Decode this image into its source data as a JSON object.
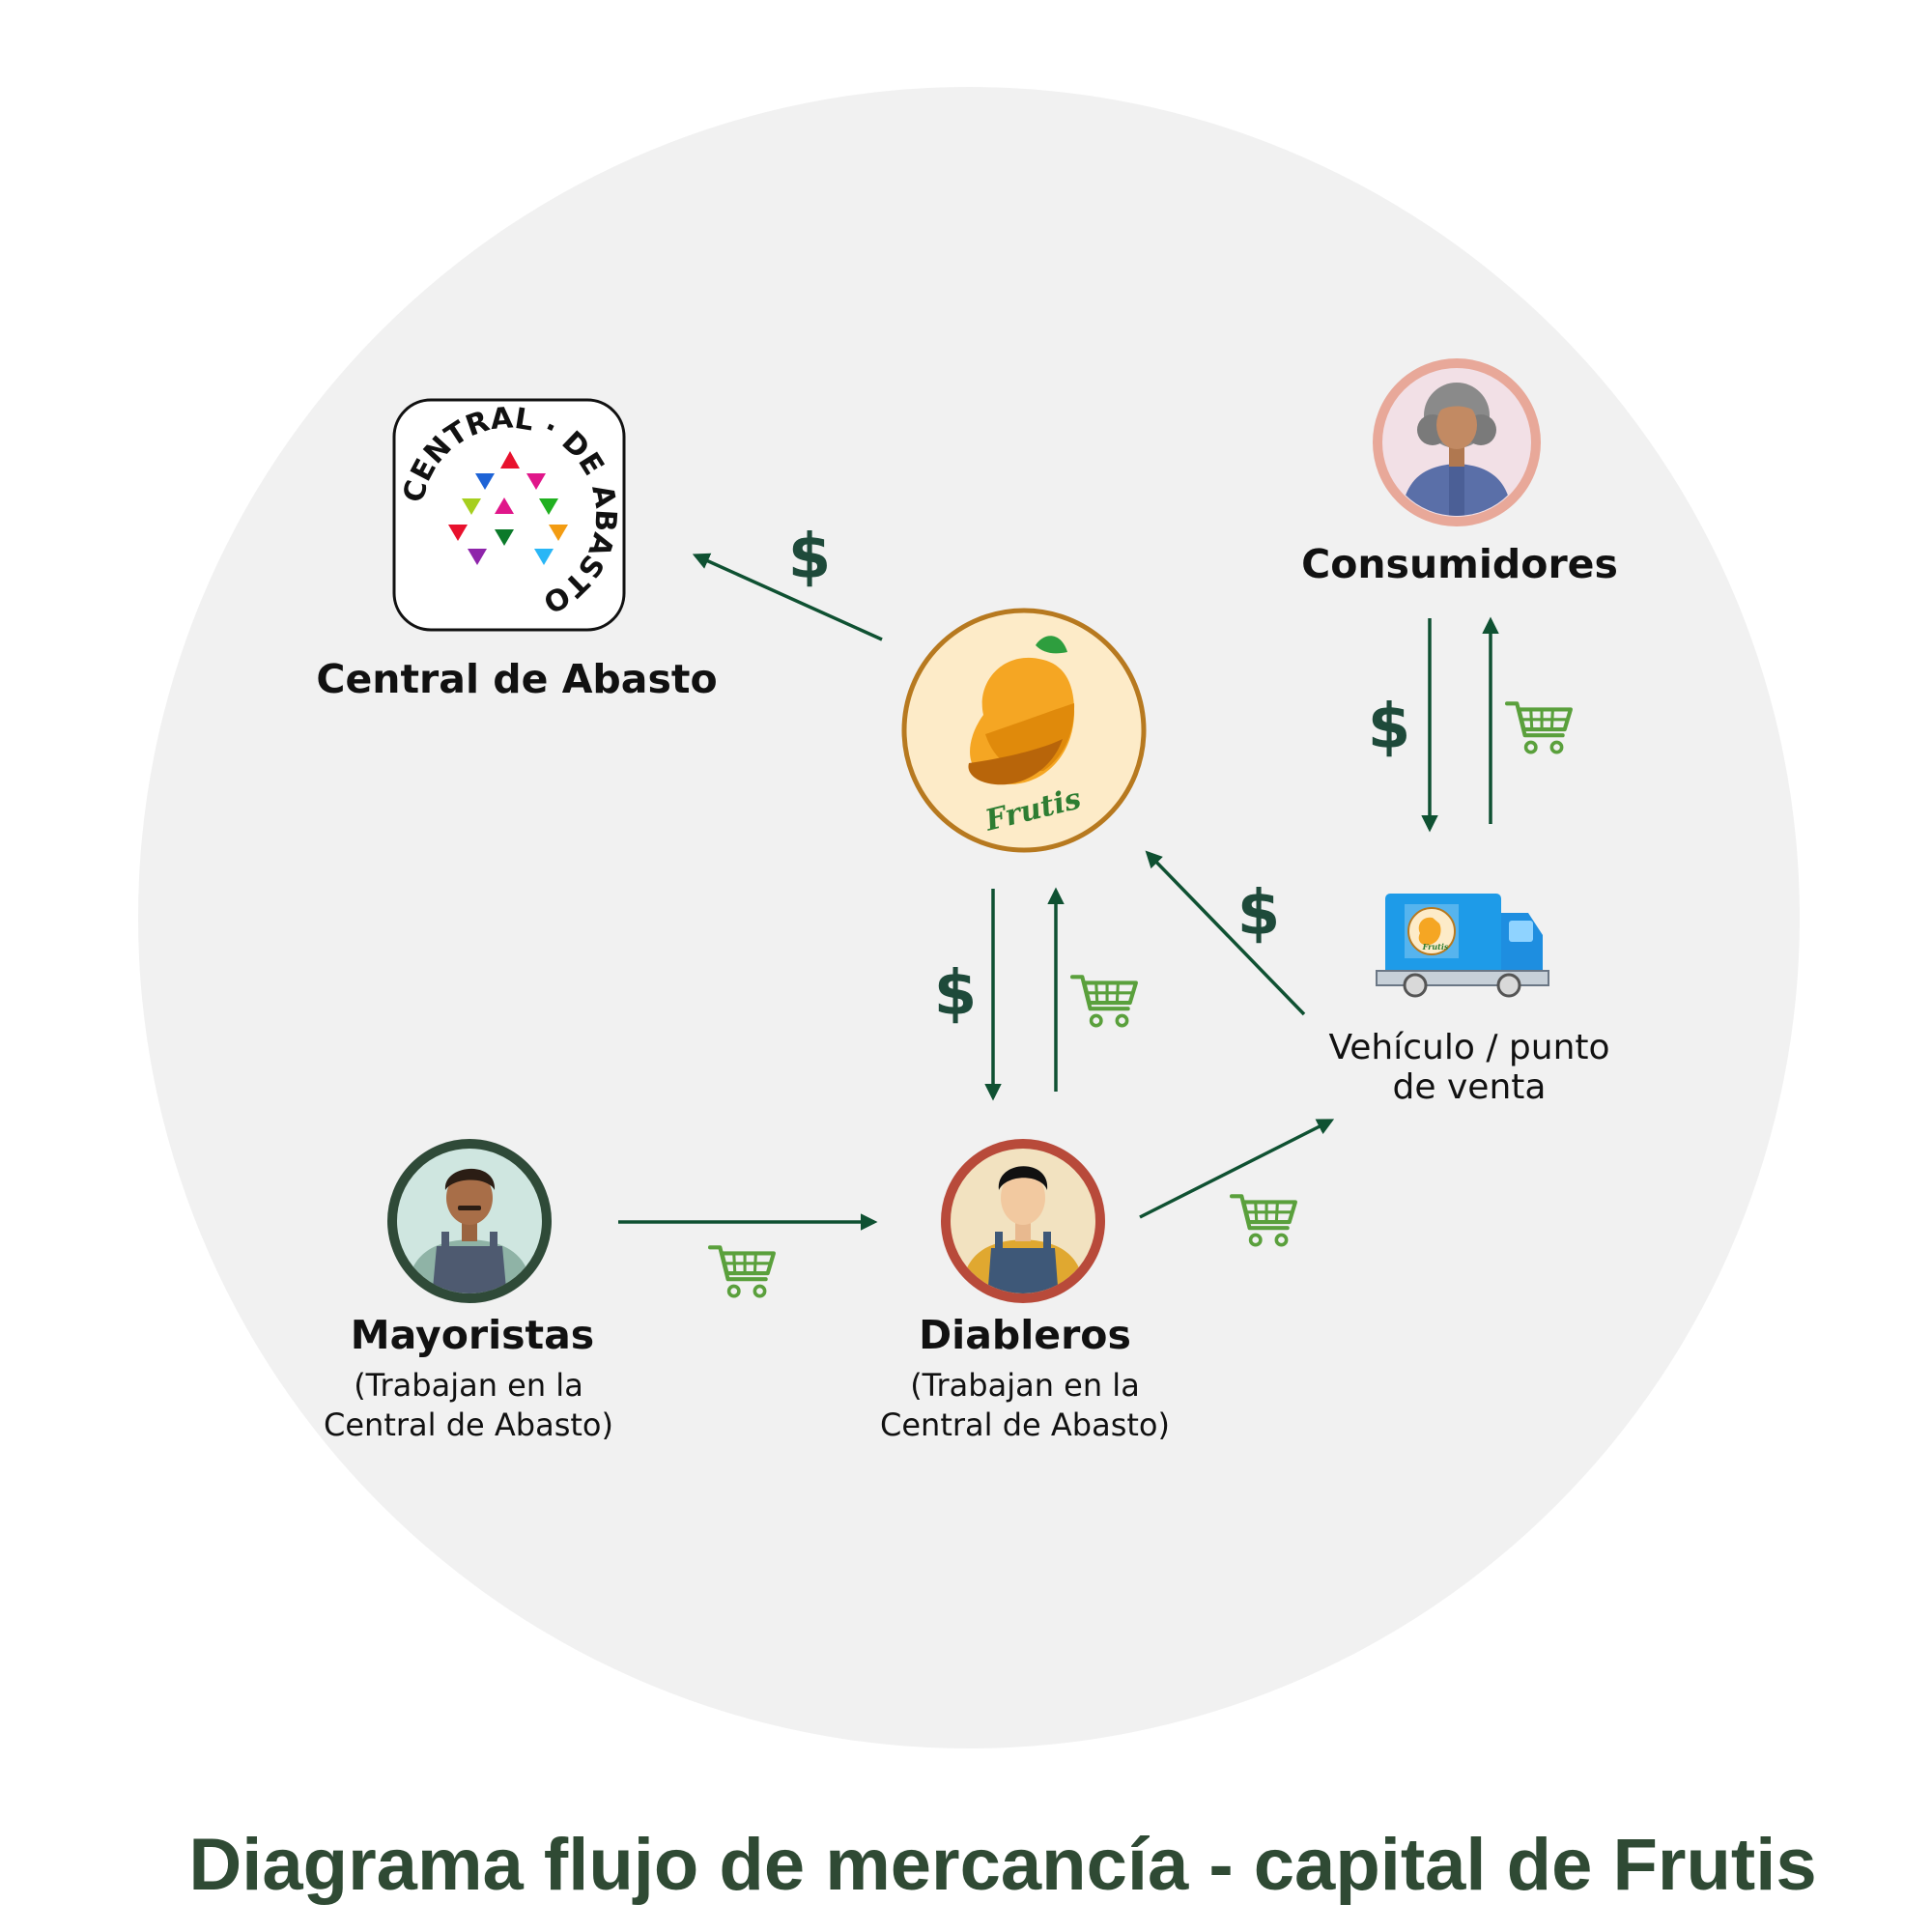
{
  "title": "Diagrama flujo de mercancía - capital de Frutis",
  "colors": {
    "background_circle": "#f1f1f1",
    "arrow": "#0f5132",
    "dollar": "#1e4a3a",
    "cart": "#5aa03c",
    "title": "#2f4a34"
  },
  "nodes": {
    "central": {
      "label": "Central de Abasto",
      "logo_text": "CENTRAL · DE ABASTO"
    },
    "frutis": {
      "logo_text": "Frutis"
    },
    "consumidores": {
      "label": "Consumidores"
    },
    "vehiculo": {
      "label_line1": "Vehículo / punto",
      "label_line2": "de venta",
      "logo_text": "Frutis"
    },
    "mayoristas": {
      "label": "Mayoristas",
      "sub_line1": "(Trabajan en la",
      "sub_line2": "Central de Abasto)"
    },
    "diableros": {
      "label": "Diableros",
      "sub_line1": "(Trabajan en la",
      "sub_line2": "Central de Abasto)"
    }
  },
  "flow_labels": {
    "money": "$"
  }
}
